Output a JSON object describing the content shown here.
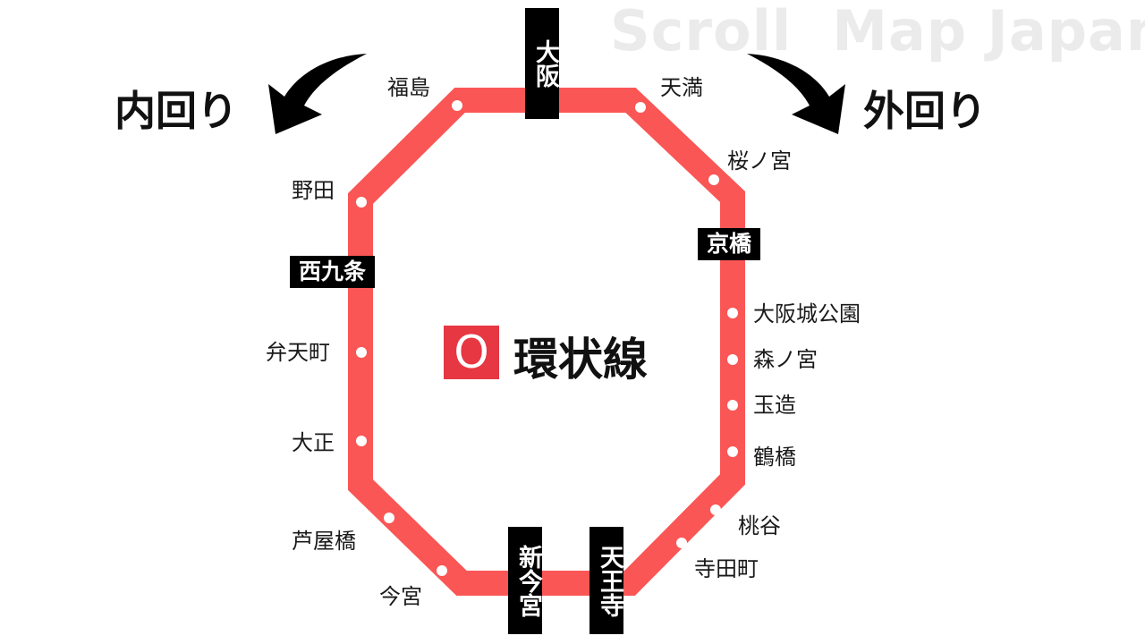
{
  "watermark": "Scroll  Map Japan",
  "line": {
    "name": "環状線",
    "symbol": "O",
    "color": "#fa5655",
    "symbol_color": "#e63743"
  },
  "directions": {
    "inner": "内回り",
    "outer": "外回り"
  },
  "major_stations": {
    "osaka": "大阪",
    "kyobashi": "京橋",
    "tennoji": "天王寺",
    "shin_imamiya": "新今宮",
    "nishikujo": "西九条"
  },
  "stations": {
    "fukushima": "福島",
    "temma": "天満",
    "sakuranomiya": "桜ノ宮",
    "osakajokoen": "大阪城公園",
    "morinomiya": "森ノ宮",
    "tamatsukuri": "玉造",
    "tsuruhashi": "鶴橋",
    "momodani": "桃谷",
    "teradacho": "寺田町",
    "imamiya": "今宮",
    "ashiharabashi": "芦屋橋",
    "taisho": "大正",
    "bentencho": "弁天町",
    "noda": "野田"
  }
}
